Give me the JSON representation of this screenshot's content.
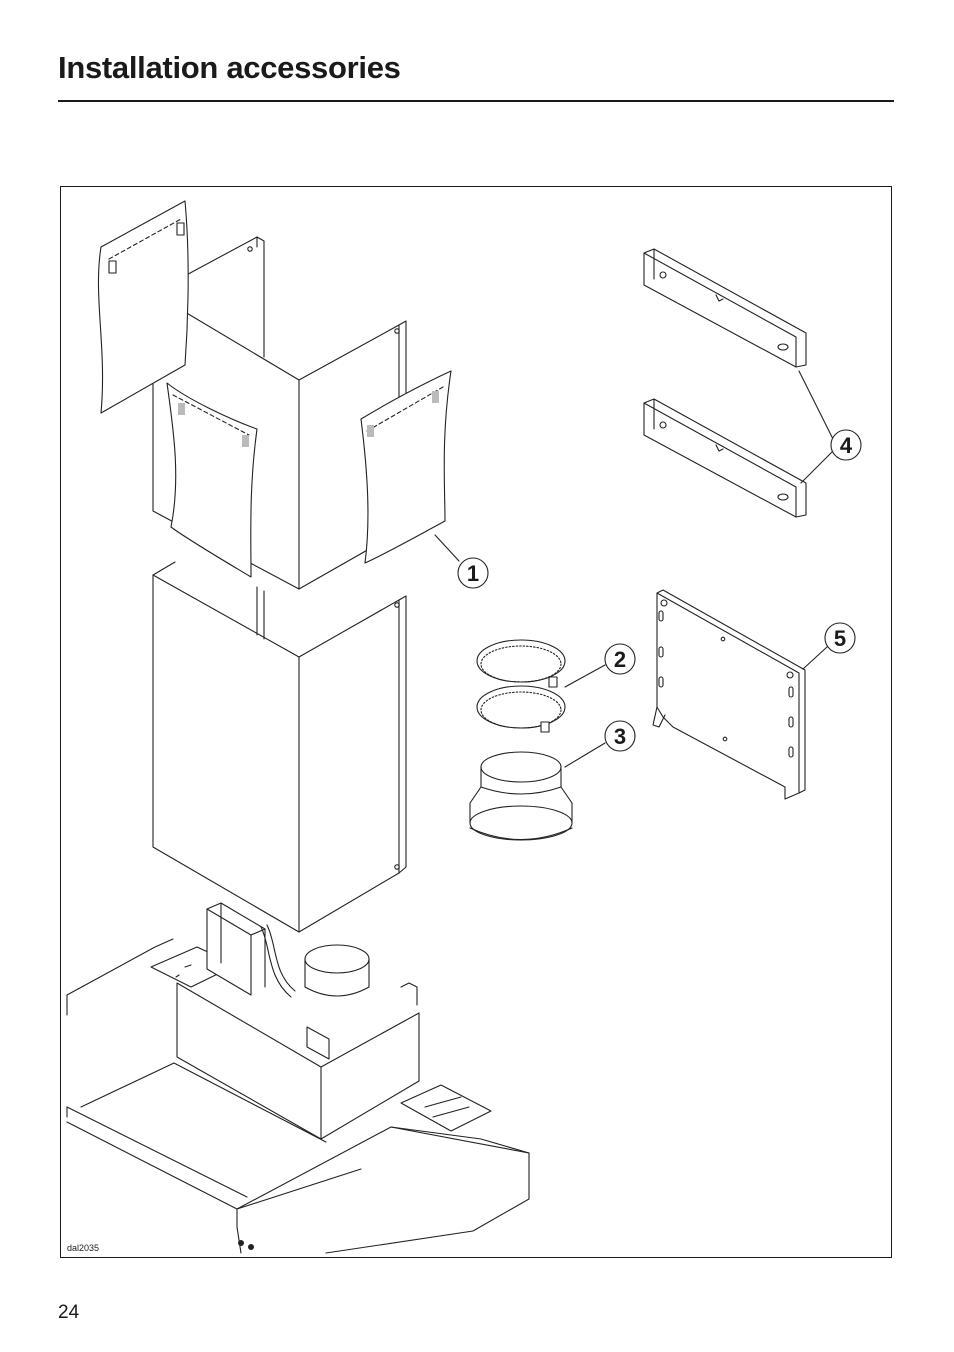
{
  "header": {
    "title": "Installation accessories"
  },
  "figure": {
    "code": "dal2035",
    "callouts": [
      "1",
      "2",
      "3",
      "4",
      "5"
    ]
  },
  "footer": {
    "page_number": "24"
  }
}
